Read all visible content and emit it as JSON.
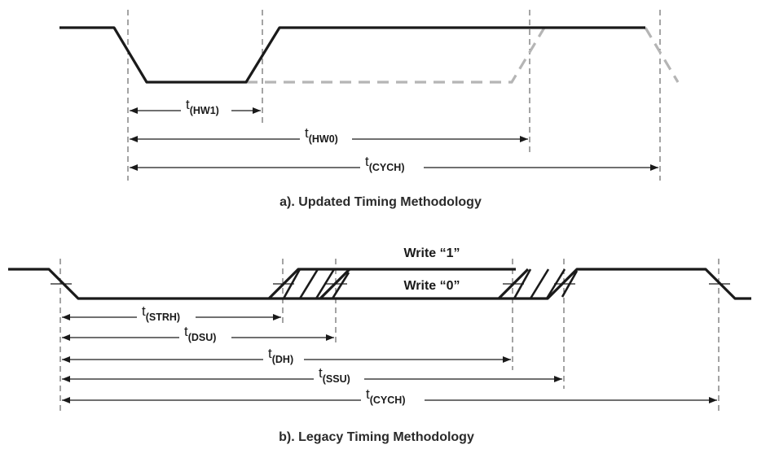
{
  "panel_a": {
    "caption": "a). Updated Timing Methodology",
    "intervals": [
      {
        "t": "t",
        "sub": "(HW1)"
      },
      {
        "t": "t",
        "sub": "(HW0)"
      },
      {
        "t": "t",
        "sub": "(CYCH)"
      }
    ]
  },
  "panel_b": {
    "caption": "b). Legacy Timing Methodology",
    "write_one": "Write “1”",
    "write_zero": "Write “0”",
    "intervals": [
      {
        "t": "t",
        "sub": "(STRH)"
      },
      {
        "t": "t",
        "sub": "(DSU)"
      },
      {
        "t": "t",
        "sub": "(DH)"
      },
      {
        "t": "t",
        "sub": "(SSU)"
      },
      {
        "t": "t",
        "sub": "(CYCH)"
      }
    ]
  }
}
